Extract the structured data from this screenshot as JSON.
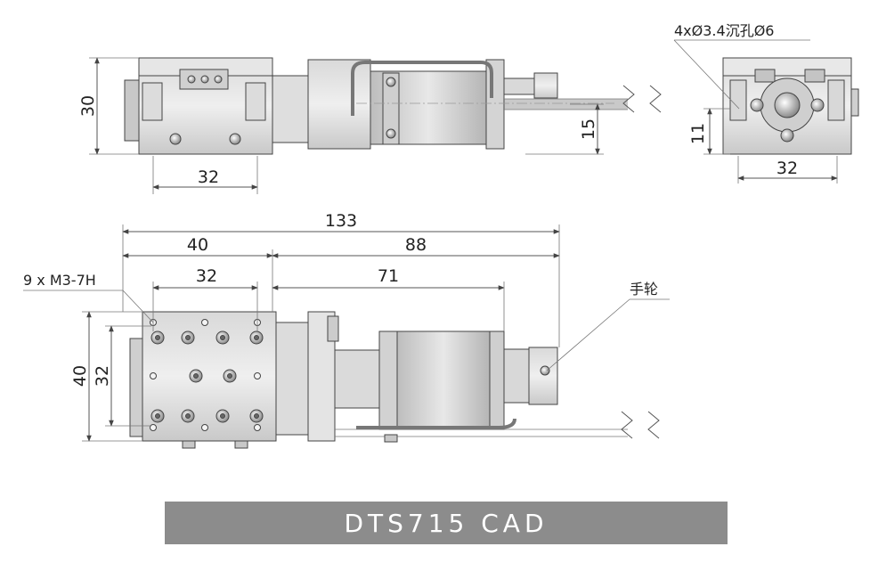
{
  "title": "DTS715 CAD",
  "side_view": {
    "dim_height": "30",
    "dim_width": "32",
    "dim_axis": "15"
  },
  "end_view": {
    "hole_note": "4xØ3.4沉孔Ø6",
    "dim_height": "11",
    "dim_width": "32"
  },
  "top_view": {
    "dim_total": "133",
    "dim_stage": "40",
    "dim_motor": "88",
    "dim_holes": "32",
    "dim_motor_body": "71",
    "dim_height_outer": "40",
    "dim_height_inner": "32",
    "thread_note": "9 x M3-7H",
    "handwheel_label": "手轮"
  }
}
